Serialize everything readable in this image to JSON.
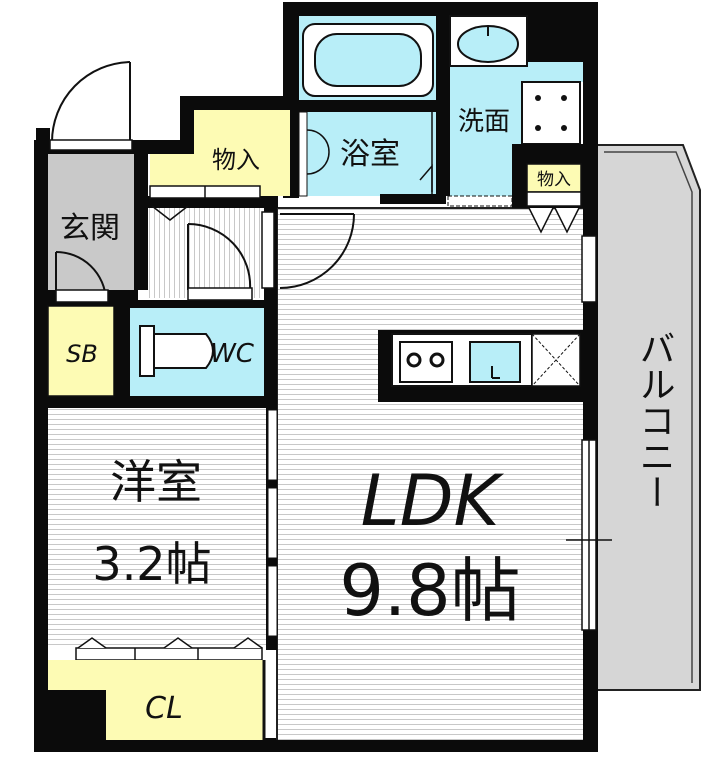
{
  "rooms": {
    "ldk": {
      "name": "LDK",
      "size": "9.8帖"
    },
    "western": {
      "name": "洋室",
      "size": "3.2帖"
    },
    "closet": "CL",
    "shoe_box": "SB",
    "toilet": "WC",
    "entrance": "玄関",
    "bathroom": "浴室",
    "washroom": "洗面",
    "storage_top": "物入",
    "storage_right": "物入",
    "balcony": "バルコニー"
  },
  "colors": {
    "wall": "#0b0b0b",
    "floor_lines": "#c8c8c8",
    "wet_area": "#b8eef8",
    "storage": "#fdfbb4",
    "entrance_floor": "#c9c9c9",
    "balcony": "#d4d4d4"
  }
}
